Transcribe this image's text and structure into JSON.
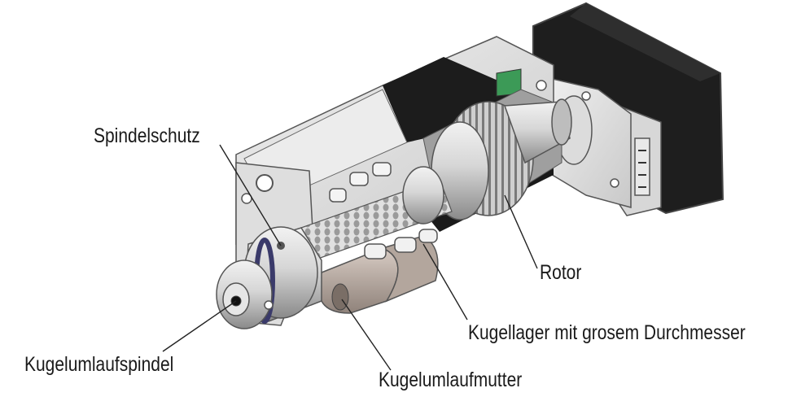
{
  "labels": {
    "spindelschutz": "Spindelschutz",
    "rotor": "Rotor",
    "kugellager": "Kugellager mit grosem Durchmesser",
    "kugelumlaufspindel": "Kugelumlaufspindel",
    "kugelumlaufmutter": "Kugelumlaufmutter"
  },
  "colors": {
    "housing": "#e6e6e6",
    "motor": "#1e1e1e",
    "edge": "#555555",
    "ring": "#3a3a6a"
  }
}
